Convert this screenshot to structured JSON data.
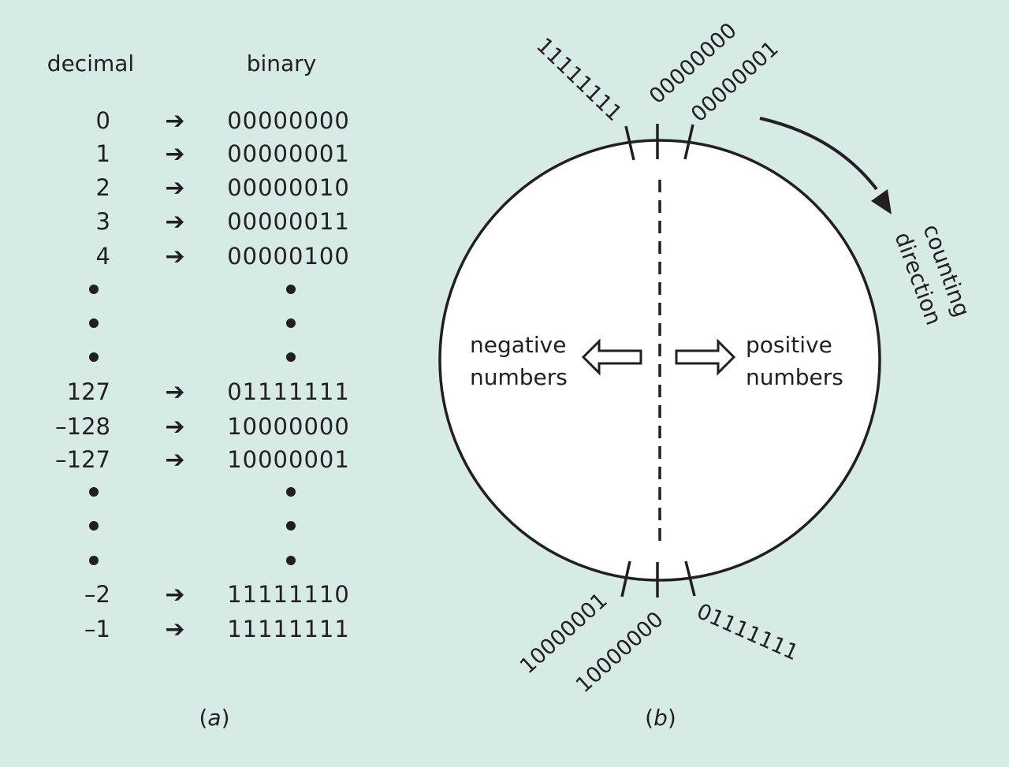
{
  "background_color": "#d6eae6",
  "ink_color": "#231f20",
  "table": {
    "header_decimal": "decimal",
    "header_binary": "binary",
    "rows": [
      {
        "decimal": "0",
        "binary": "00000000"
      },
      {
        "decimal": "1",
        "binary": "00000001"
      },
      {
        "decimal": "2",
        "binary": "00000010"
      },
      {
        "decimal": "3",
        "binary": "00000011"
      },
      {
        "decimal": "4",
        "binary": "00000100"
      },
      {
        "ellipsis": true
      },
      {
        "ellipsis": true
      },
      {
        "ellipsis": true
      },
      {
        "decimal": "127",
        "binary": "01111111"
      },
      {
        "decimal": "–128",
        "binary": "10000000"
      },
      {
        "decimal": "–127",
        "binary": "10000001"
      },
      {
        "ellipsis": true
      },
      {
        "ellipsis": true
      },
      {
        "ellipsis": true
      },
      {
        "decimal": "–2",
        "binary": "11111110"
      },
      {
        "decimal": "–1",
        "binary": "11111111"
      }
    ],
    "arrow_glyph": "➔",
    "caption_open": "(",
    "caption_letter": "a",
    "caption_close": ")"
  },
  "circle": {
    "top_labels": {
      "left": "11111111",
      "center": "00000000",
      "right": "00000001"
    },
    "bottom_labels": {
      "left": "10000001",
      "center": "10000000",
      "right": "01111111"
    },
    "negative_label": [
      "negative",
      "numbers"
    ],
    "positive_label": [
      "positive",
      "numbers"
    ],
    "counting_label": [
      "counting",
      "direction"
    ],
    "caption_open": "(",
    "caption_letter": "b",
    "caption_close": ")"
  }
}
